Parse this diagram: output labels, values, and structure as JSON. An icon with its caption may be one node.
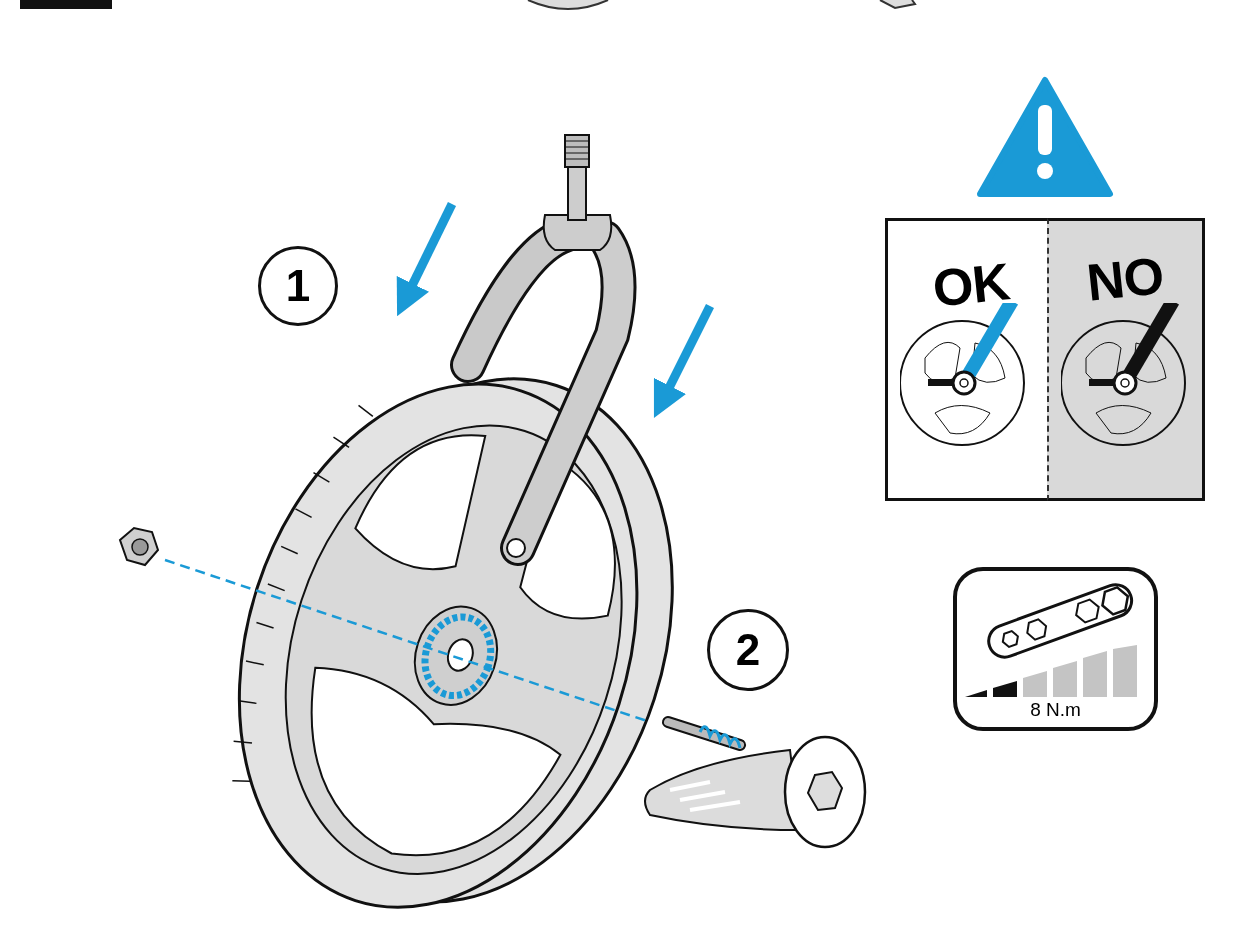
{
  "diagram": {
    "nodes": [
      {
        "text": [
          "1"
        ]
      },
      {
        "text": [
          "OK"
        ]
      },
      {
        "text": [
          "NO"
        ]
      },
      {
        "text": [
          "2"
        ]
      },
      {
        "text": [
          "8 N.m"
        ]
      }
    ]
  }
}
